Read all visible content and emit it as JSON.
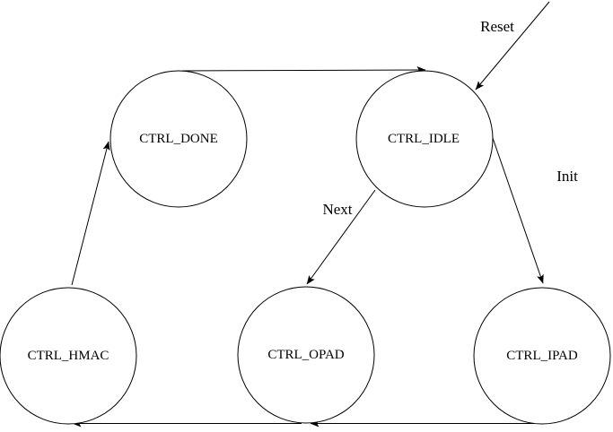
{
  "diagram": {
    "kind": "state-machine",
    "background_color": "#ffffff",
    "stroke_color": "#000000",
    "states": [
      {
        "id": "ctrl_done",
        "label": "CTRL_DONE"
      },
      {
        "id": "ctrl_idle",
        "label": "CTRL_IDLE"
      },
      {
        "id": "ctrl_hmac",
        "label": "CTRL_HMAC"
      },
      {
        "id": "ctrl_opad",
        "label": "CTRL_OPAD"
      },
      {
        "id": "ctrl_ipad",
        "label": "CTRL_IPAD"
      }
    ],
    "transitions": [
      {
        "from": "external",
        "to": "ctrl_idle",
        "label": "Reset"
      },
      {
        "from": "ctrl_idle",
        "to": "ctrl_ipad",
        "label": "Init"
      },
      {
        "from": "ctrl_idle",
        "to": "ctrl_opad",
        "label": "Next"
      },
      {
        "from": "ctrl_done",
        "to": "ctrl_idle",
        "label": ""
      },
      {
        "from": "ctrl_hmac",
        "to": "ctrl_done",
        "label": ""
      },
      {
        "from": "ctrl_ipad",
        "to": "ctrl_opad",
        "label": ""
      },
      {
        "from": "ctrl_opad",
        "to": "ctrl_hmac",
        "label": ""
      }
    ]
  }
}
